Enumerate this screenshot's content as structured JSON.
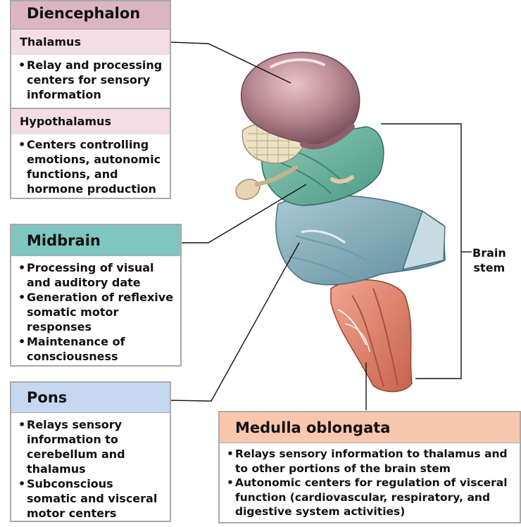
{
  "diencephalon": {
    "title": "Diencephalon",
    "thalamus": {
      "title": "Thalamus",
      "items": [
        "Relay and processing centers for sensory information"
      ]
    },
    "hypothalamus": {
      "title": "Hypothalamus",
      "items": [
        "Centers controlling emotions, autonomic functions, and hormone production"
      ]
    }
  },
  "midbrain": {
    "title": "Midbrain",
    "items": [
      "Processing of visual and auditory date",
      "Generation of reflexive somatic motor responses",
      "Maintenance of consciousness"
    ]
  },
  "pons": {
    "title": "Pons",
    "items": [
      "Relays sensory information to cerebellum and thalamus",
      "Subconscious somatic and visceral motor centers"
    ]
  },
  "medulla": {
    "title": "Medulla oblongata",
    "items": [
      "Relays sensory information to thalamus and to other portions of the brain stem",
      "Autonomic centers for regulation of visceral function (cardiovascular, respiratory, and digestive system activities)"
    ]
  },
  "brain_stem_label": [
    "Brain",
    "stem"
  ],
  "colors": {
    "diencephalon": "#dbb6c2",
    "thalamus": "#f4dde4",
    "midbrain": "#7fc6c1",
    "pons": "#c6d8ef",
    "medulla": "#f9c7ad"
  }
}
